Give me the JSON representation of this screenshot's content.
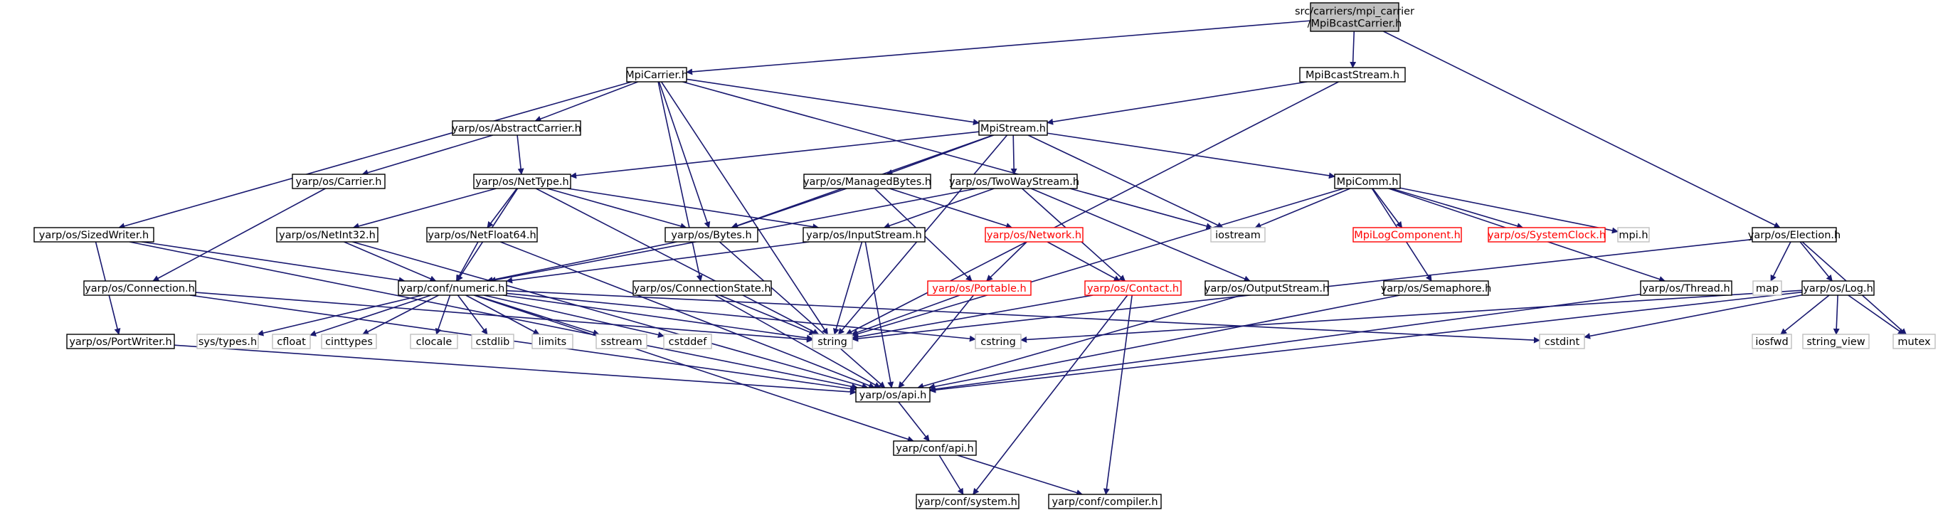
{
  "diagram": {
    "title": "",
    "colors": {
      "edge": "#191970",
      "root_fill": "#bfbfbf",
      "missing_border": "#bfbfbf",
      "red_text": "#ff0000"
    },
    "nodes": [
      {
        "id": "root",
        "label": "src/carriers/mpi_carrier\n/MpiBcastCarrier.h",
        "style": "root"
      },
      {
        "id": "MpiCarrier",
        "label": "MpiCarrier.h",
        "style": "normal"
      },
      {
        "id": "MpiBcastStream",
        "label": "MpiBcastStream.h",
        "style": "normal"
      },
      {
        "id": "Election",
        "label": "yarp/os/Election.h",
        "style": "normal"
      },
      {
        "id": "SizedWriter",
        "label": "yarp/os/SizedWriter.h",
        "style": "normal"
      },
      {
        "id": "AbstractCarrier",
        "label": "yarp/os/AbstractCarrier.h",
        "style": "normal"
      },
      {
        "id": "Bytes",
        "label": "yarp/os/Bytes.h",
        "style": "normal"
      },
      {
        "id": "ConnectionState",
        "label": "yarp/os/ConnectionState.h",
        "style": "normal"
      },
      {
        "id": "MpiStream",
        "label": "MpiStream.h",
        "style": "normal"
      },
      {
        "id": "string",
        "label": "string",
        "style": "missing"
      },
      {
        "id": "iostream",
        "label": "iostream",
        "style": "missing"
      },
      {
        "id": "Carrier",
        "label": "yarp/os/Carrier.h",
        "style": "normal"
      },
      {
        "id": "NetType",
        "label": "yarp/os/NetType.h",
        "style": "normal"
      },
      {
        "id": "Connection",
        "label": "yarp/os/Connection.h",
        "style": "normal"
      },
      {
        "id": "ManagedBytes",
        "label": "yarp/os/ManagedBytes.h",
        "style": "normal"
      },
      {
        "id": "TwoWayStream",
        "label": "yarp/os/TwoWayStream.h",
        "style": "normal"
      },
      {
        "id": "MpiComm",
        "label": "MpiComm.h",
        "style": "normal"
      },
      {
        "id": "NetInt32",
        "label": "yarp/os/NetInt32.h",
        "style": "normal"
      },
      {
        "id": "NetFloat64",
        "label": "yarp/os/NetFloat64.h",
        "style": "normal"
      },
      {
        "id": "Network",
        "label": "yarp/os/Network.h",
        "style": "red"
      },
      {
        "id": "InputStream",
        "label": "yarp/os/InputStream.h",
        "style": "normal"
      },
      {
        "id": "MpiLogComponent",
        "label": "MpiLogComponent.h",
        "style": "red"
      },
      {
        "id": "SystemClock",
        "label": "yarp/os/SystemClock.h",
        "style": "red"
      },
      {
        "id": "mpi",
        "label": "mpi.h",
        "style": "missing"
      },
      {
        "id": "numeric",
        "label": "yarp/conf/numeric.h",
        "style": "normal"
      },
      {
        "id": "Portable",
        "label": "yarp/os/Portable.h",
        "style": "red"
      },
      {
        "id": "Contact",
        "label": "yarp/os/Contact.h",
        "style": "red"
      },
      {
        "id": "OutputStream",
        "label": "yarp/os/OutputStream.h",
        "style": "normal"
      },
      {
        "id": "Semaphore",
        "label": "yarp/os/Semaphore.h",
        "style": "normal"
      },
      {
        "id": "Thread",
        "label": "yarp/os/Thread.h",
        "style": "normal"
      },
      {
        "id": "map",
        "label": "map",
        "style": "missing"
      },
      {
        "id": "Log",
        "label": "yarp/os/Log.h",
        "style": "normal"
      },
      {
        "id": "PortWriter",
        "label": "yarp/os/PortWriter.h",
        "style": "normal"
      },
      {
        "id": "systypes",
        "label": "sys/types.h",
        "style": "missing"
      },
      {
        "id": "cfloat",
        "label": "cfloat",
        "style": "missing"
      },
      {
        "id": "cinttypes",
        "label": "cinttypes",
        "style": "missing"
      },
      {
        "id": "clocale",
        "label": "clocale",
        "style": "missing"
      },
      {
        "id": "cstdlib",
        "label": "cstdlib",
        "style": "missing"
      },
      {
        "id": "limits",
        "label": "limits",
        "style": "missing"
      },
      {
        "id": "sstream",
        "label": "sstream",
        "style": "missing"
      },
      {
        "id": "cstddef",
        "label": "cstddef",
        "style": "missing"
      },
      {
        "id": "cstring",
        "label": "cstring",
        "style": "missing"
      },
      {
        "id": "cstdint",
        "label": "cstdint",
        "style": "missing"
      },
      {
        "id": "iosfwd",
        "label": "iosfwd",
        "style": "missing"
      },
      {
        "id": "string_view",
        "label": "string_view",
        "style": "missing"
      },
      {
        "id": "mutex",
        "label": "mutex",
        "style": "missing"
      },
      {
        "id": "osapi",
        "label": "yarp/os/api.h",
        "style": "normal"
      },
      {
        "id": "confapi",
        "label": "yarp/conf/api.h",
        "style": "normal"
      },
      {
        "id": "system",
        "label": "yarp/conf/system.h",
        "style": "normal"
      },
      {
        "id": "compiler",
        "label": "yarp/conf/compiler.h",
        "style": "normal"
      }
    ],
    "edges": [
      [
        "root",
        "MpiCarrier"
      ],
      [
        "root",
        "MpiBcastStream"
      ],
      [
        "root",
        "Election"
      ],
      [
        "MpiCarrier",
        "SizedWriter"
      ],
      [
        "MpiCarrier",
        "AbstractCarrier"
      ],
      [
        "MpiCarrier",
        "Bytes"
      ],
      [
        "MpiCarrier",
        "ConnectionState"
      ],
      [
        "MpiCarrier",
        "MpiStream"
      ],
      [
        "MpiCarrier",
        "string"
      ],
      [
        "MpiCarrier",
        "iostream"
      ],
      [
        "MpiBcastStream",
        "MpiStream"
      ],
      [
        "MpiBcastStream",
        "string"
      ],
      [
        "Election",
        "map"
      ],
      [
        "Election",
        "Log"
      ],
      [
        "Election",
        "mutex"
      ],
      [
        "Election",
        "string"
      ],
      [
        "AbstractCarrier",
        "Carrier"
      ],
      [
        "AbstractCarrier",
        "NetType"
      ],
      [
        "MpiStream",
        "NetType"
      ],
      [
        "MpiStream",
        "Bytes"
      ],
      [
        "MpiStream",
        "ManagedBytes"
      ],
      [
        "MpiStream",
        "TwoWayStream"
      ],
      [
        "MpiStream",
        "MpiComm"
      ],
      [
        "MpiStream",
        "iostream"
      ],
      [
        "MpiStream",
        "string"
      ],
      [
        "Carrier",
        "Connection"
      ],
      [
        "NetType",
        "NetInt32"
      ],
      [
        "NetType",
        "NetFloat64"
      ],
      [
        "NetType",
        "numeric"
      ],
      [
        "NetType",
        "Bytes"
      ],
      [
        "NetType",
        "InputStream"
      ],
      [
        "NetType",
        "string"
      ],
      [
        "ManagedBytes",
        "Bytes"
      ],
      [
        "ManagedBytes",
        "Network"
      ],
      [
        "ManagedBytes",
        "Portable"
      ],
      [
        "TwoWayStream",
        "InputStream"
      ],
      [
        "TwoWayStream",
        "OutputStream"
      ],
      [
        "TwoWayStream",
        "Contact"
      ],
      [
        "TwoWayStream",
        "numeric"
      ],
      [
        "MpiComm",
        "iostream"
      ],
      [
        "MpiComm",
        "MpiLogComponent"
      ],
      [
        "MpiComm",
        "SystemClock"
      ],
      [
        "MpiComm",
        "mpi"
      ],
      [
        "MpiComm",
        "Semaphore"
      ],
      [
        "MpiComm",
        "Thread"
      ],
      [
        "MpiComm",
        "string"
      ],
      [
        "SizedWriter",
        "numeric"
      ],
      [
        "SizedWriter",
        "PortWriter"
      ],
      [
        "SizedWriter",
        "osapi"
      ],
      [
        "Connection",
        "string"
      ],
      [
        "Connection",
        "osapi"
      ],
      [
        "NetInt32",
        "numeric"
      ],
      [
        "NetInt32",
        "osapi"
      ],
      [
        "NetFloat64",
        "numeric"
      ],
      [
        "NetFloat64",
        "osapi"
      ],
      [
        "Bytes",
        "numeric"
      ],
      [
        "Bytes",
        "osapi"
      ],
      [
        "ConnectionState",
        "string"
      ],
      [
        "ConnectionState",
        "osapi"
      ],
      [
        "InputStream",
        "numeric"
      ],
      [
        "InputStream",
        "string"
      ],
      [
        "InputStream",
        "osapi"
      ],
      [
        "Network",
        "Portable"
      ],
      [
        "Network",
        "Contact"
      ],
      [
        "Portable",
        "string"
      ],
      [
        "Portable",
        "osapi"
      ],
      [
        "Contact",
        "string"
      ],
      [
        "Contact",
        "system"
      ],
      [
        "Contact",
        "compiler"
      ],
      [
        "OutputStream",
        "osapi"
      ],
      [
        "Semaphore",
        "osapi"
      ],
      [
        "Thread",
        "osapi"
      ],
      [
        "Log",
        "cstdint"
      ],
      [
        "Log",
        "iosfwd"
      ],
      [
        "Log",
        "string_view"
      ],
      [
        "Log",
        "mutex"
      ],
      [
        "Log",
        "cstring"
      ],
      [
        "Log",
        "osapi"
      ],
      [
        "numeric",
        "systypes"
      ],
      [
        "numeric",
        "cfloat"
      ],
      [
        "numeric",
        "cinttypes"
      ],
      [
        "numeric",
        "clocale"
      ],
      [
        "numeric",
        "cstdlib"
      ],
      [
        "numeric",
        "limits"
      ],
      [
        "numeric",
        "sstream"
      ],
      [
        "numeric",
        "cstddef"
      ],
      [
        "numeric",
        "cstring"
      ],
      [
        "numeric",
        "cstdint"
      ],
      [
        "numeric",
        "string"
      ],
      [
        "numeric",
        "confapi"
      ],
      [
        "PortWriter",
        "osapi"
      ],
      [
        "osapi",
        "confapi"
      ],
      [
        "confapi",
        "system"
      ],
      [
        "confapi",
        "compiler"
      ]
    ]
  }
}
